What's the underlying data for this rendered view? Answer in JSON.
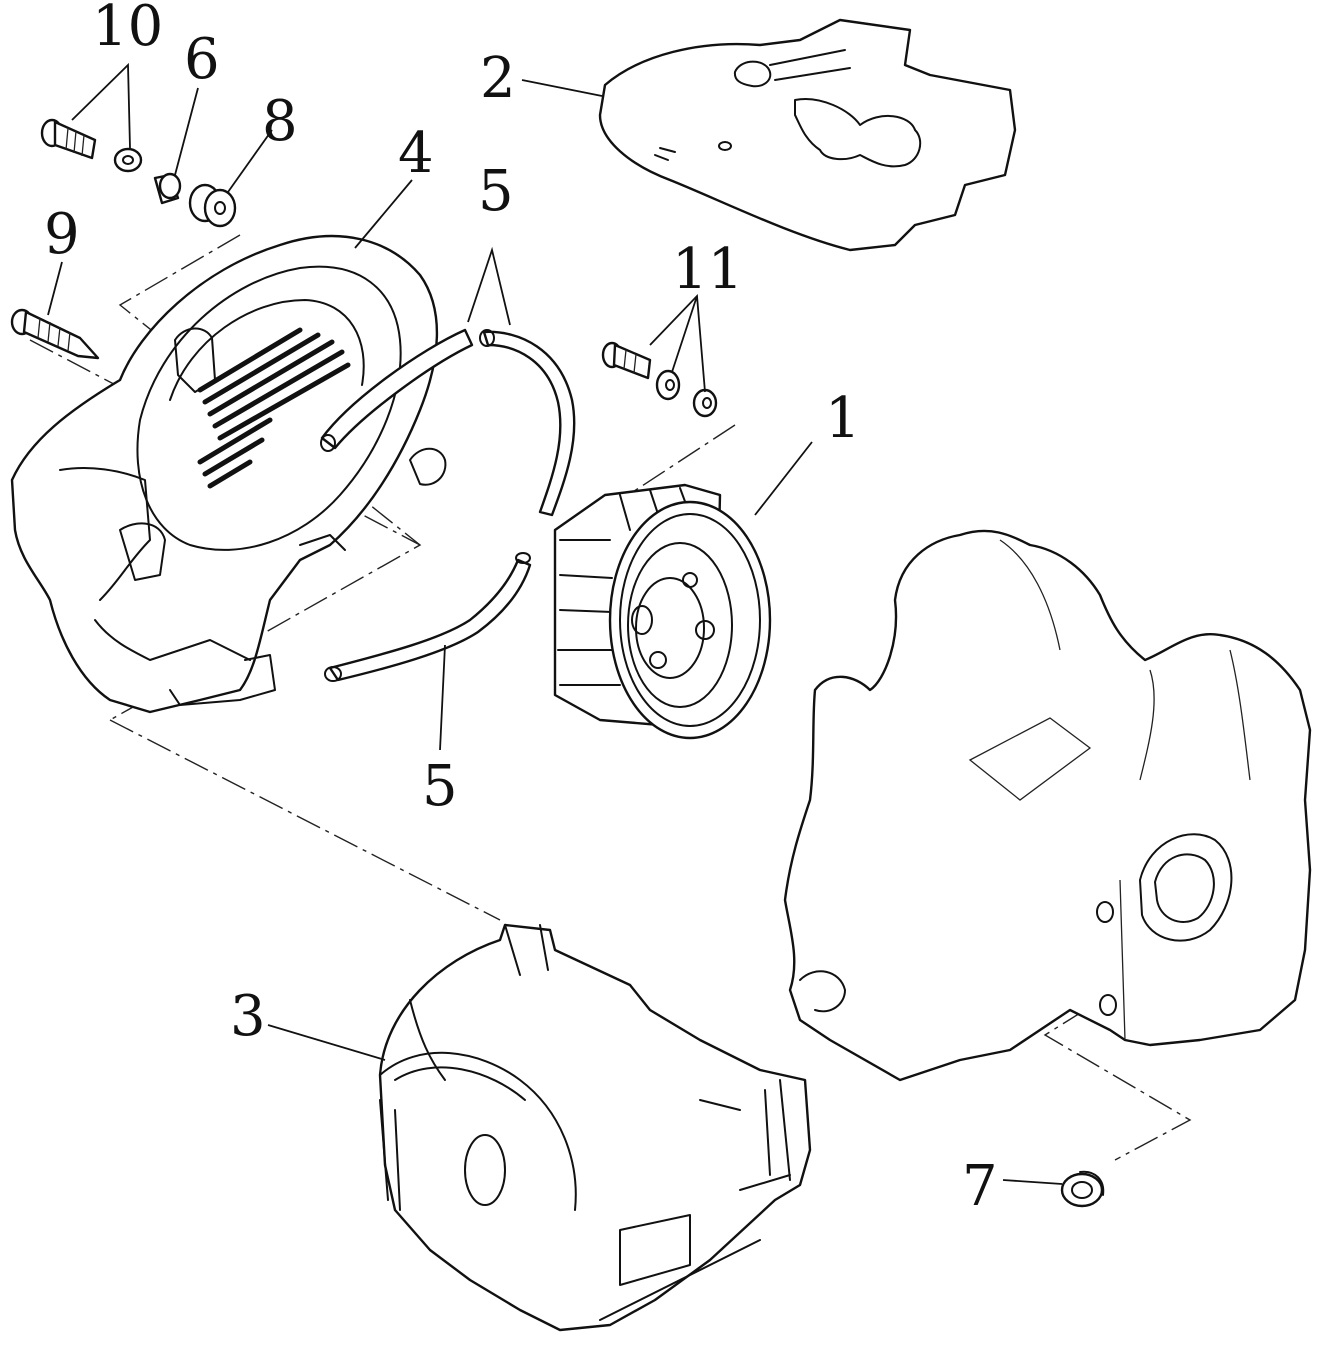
{
  "diagram": {
    "callouts": [
      {
        "id": "1",
        "text": "1"
      },
      {
        "id": "2",
        "text": "2"
      },
      {
        "id": "3",
        "text": "3"
      },
      {
        "id": "4",
        "text": "4"
      },
      {
        "id": "5a",
        "text": "5"
      },
      {
        "id": "5b",
        "text": "5"
      },
      {
        "id": "6",
        "text": "6"
      },
      {
        "id": "7",
        "text": "7"
      },
      {
        "id": "8",
        "text": "8"
      },
      {
        "id": "9",
        "text": "9"
      },
      {
        "id": "10",
        "text": "10"
      },
      {
        "id": "11",
        "text": "11"
      }
    ],
    "line_color": "#111111",
    "background": "#ffffff"
  }
}
